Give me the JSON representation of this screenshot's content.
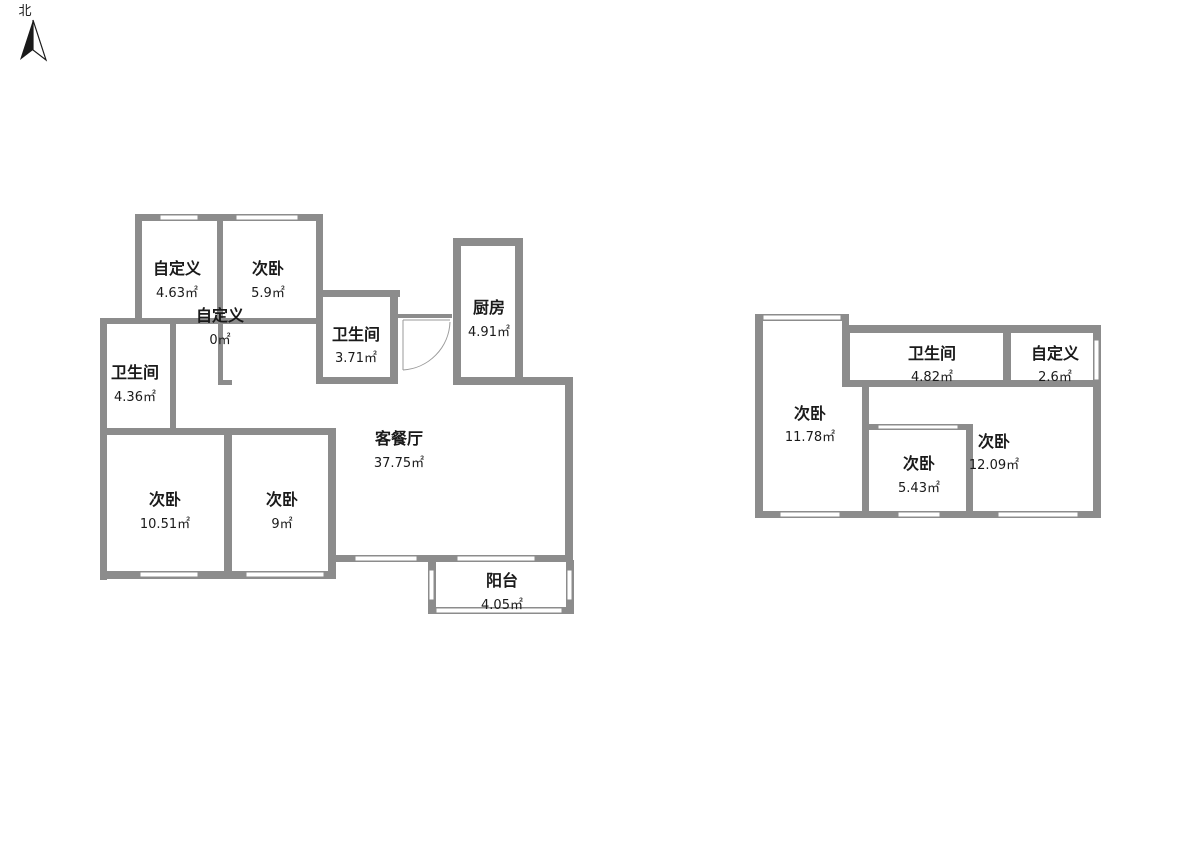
{
  "compass": {
    "label": "北",
    "icon": "north-arrow-icon"
  },
  "colors": {
    "wall": "#8c8c8c",
    "window": "#ffffff",
    "text": "#1a1a1a",
    "background": "#ffffff"
  },
  "plan_left": {
    "rooms": [
      {
        "id": "custom-a",
        "name": "自定义",
        "area": "4.63㎡"
      },
      {
        "id": "bedroom-a",
        "name": "次卧",
        "area": "5.9㎡"
      },
      {
        "id": "custom-b",
        "name": "自定义",
        "area": "0㎡"
      },
      {
        "id": "bathroom-a",
        "name": "卫生间",
        "area": "3.71㎡"
      },
      {
        "id": "kitchen",
        "name": "厨房",
        "area": "4.91㎡"
      },
      {
        "id": "bathroom-b",
        "name": "卫生间",
        "area": "4.36㎡"
      },
      {
        "id": "living-dining",
        "name": "客餐厅",
        "area": "37.75㎡"
      },
      {
        "id": "bedroom-b",
        "name": "次卧",
        "area": "10.51㎡"
      },
      {
        "id": "bedroom-c",
        "name": "次卧",
        "area": "9㎡"
      },
      {
        "id": "balcony",
        "name": "阳台",
        "area": "4.05㎡"
      }
    ]
  },
  "plan_right": {
    "rooms": [
      {
        "id": "bathroom-c",
        "name": "卫生间",
        "area": "4.82㎡"
      },
      {
        "id": "custom-c",
        "name": "自定义",
        "area": "2.6㎡"
      },
      {
        "id": "bedroom-d",
        "name": "次卧",
        "area": "11.78㎡"
      },
      {
        "id": "bedroom-e",
        "name": "次卧",
        "area": "5.43㎡"
      },
      {
        "id": "bedroom-f",
        "name": "次卧",
        "area": "12.09㎡"
      }
    ]
  }
}
